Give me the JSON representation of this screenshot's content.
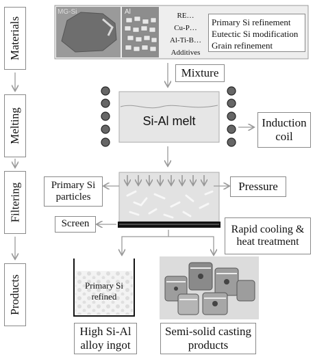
{
  "stages": [
    "Materials",
    "Melting",
    "Filtering",
    "Products"
  ],
  "materials": {
    "mg_si_label": "MG-Si",
    "al_label": "Al",
    "additives": [
      "RE…",
      "Cu-P…",
      "Al-Ti-B…",
      "Additives"
    ],
    "purposes": [
      "Primary Si refinement",
      "Eutectic Si modification",
      "Grain refinement"
    ]
  },
  "mixture_label": "Mixture",
  "melt_label": "Si-Al melt",
  "coil_label": "Induction coil",
  "primary_si_particles_label": "Primary Si particles",
  "pressure_label": "Pressure",
  "screen_label": "Screen",
  "cooling_label": "Rapid cooling & heat treatment",
  "ingot_inner_label": "Primary Si refined",
  "ingot_label": "High Si-Al alloy ingot",
  "casting_label": "Semi-solid casting products"
}
